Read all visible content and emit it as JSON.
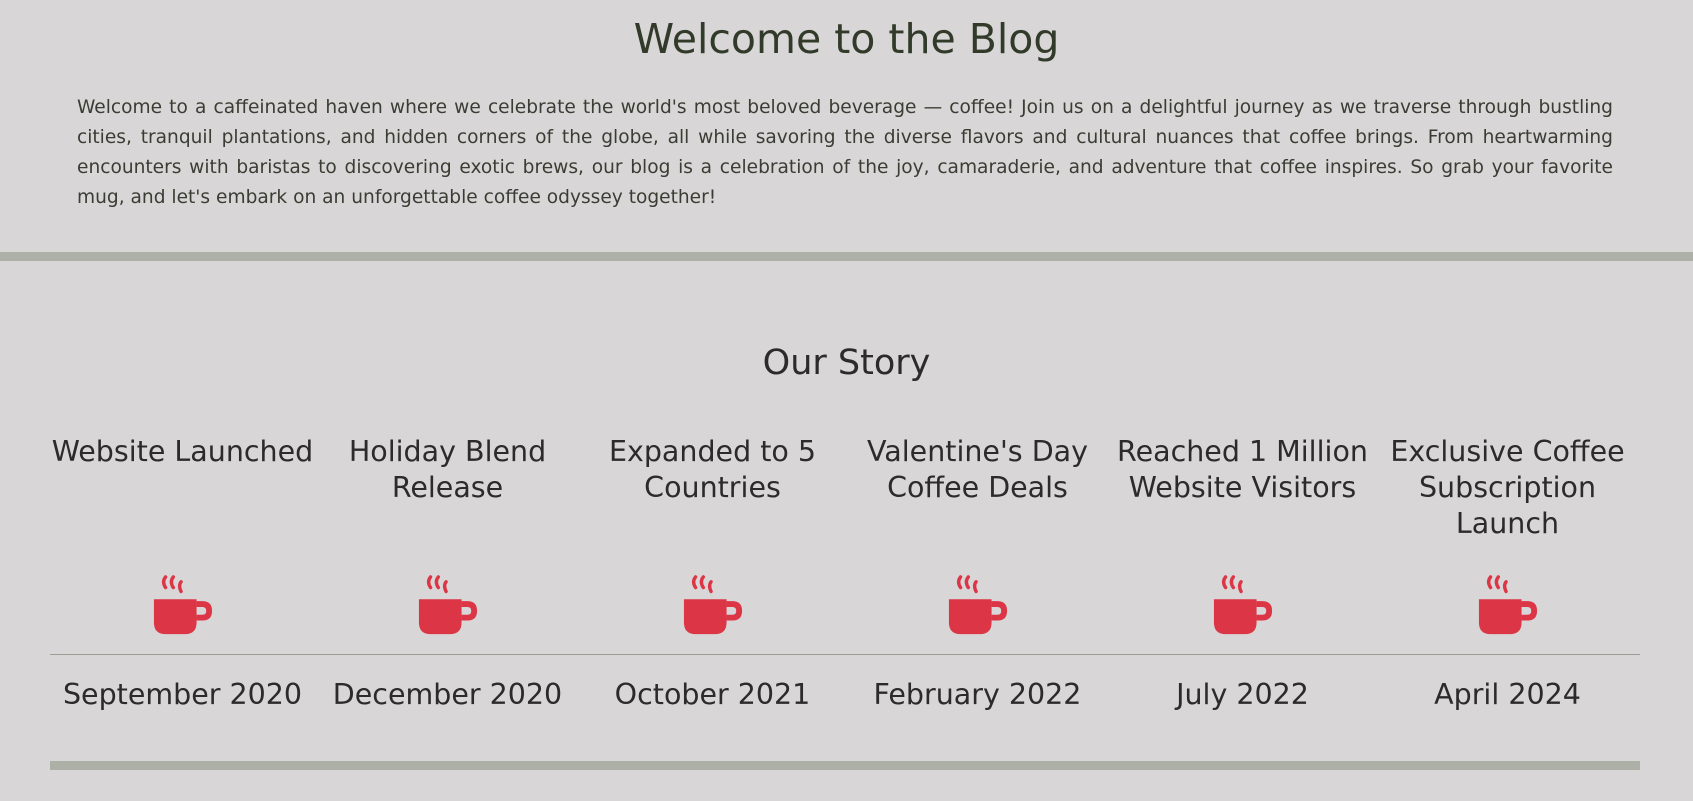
{
  "welcome": {
    "title": "Welcome to the Blog",
    "body": "Welcome to a caffeinated haven where we celebrate the world's most beloved beverage — coffee! Join us on a delightful journey as we traverse through bustling cities, tranquil plantations, and hidden corners of the globe, all while savoring the diverse flavors and cultural nuances that coffee brings. From heartwarming encounters with baristas to discovering exotic brews, our blog is a celebration of the joy, camaraderie, and adventure that coffee inspires. So grab your favorite mug, and let's embark on an unforgettable coffee odyssey together!"
  },
  "story": {
    "title": "Our Story",
    "events": [
      {
        "title": "Website Launched",
        "date": "September 2020",
        "icon": "coffee-cup-icon"
      },
      {
        "title": "Holiday Blend Release",
        "date": "December 2020",
        "icon": "coffee-cup-icon"
      },
      {
        "title": "Expanded to 5 Countries",
        "date": "October 2021",
        "icon": "coffee-cup-icon"
      },
      {
        "title": "Valentine's Day Coffee Deals",
        "date": "February 2022",
        "icon": "coffee-cup-icon"
      },
      {
        "title": "Reached 1 Million Website Visitors",
        "date": "July 2022",
        "icon": "coffee-cup-icon"
      },
      {
        "title": "Exclusive Coffee Subscription Launch",
        "date": "April 2024",
        "icon": "coffee-cup-icon"
      }
    ]
  },
  "colors": {
    "background": "#d8d6d7",
    "divider": "#adb0a7",
    "accent": "#dc3545",
    "heading": "#323a2a"
  }
}
